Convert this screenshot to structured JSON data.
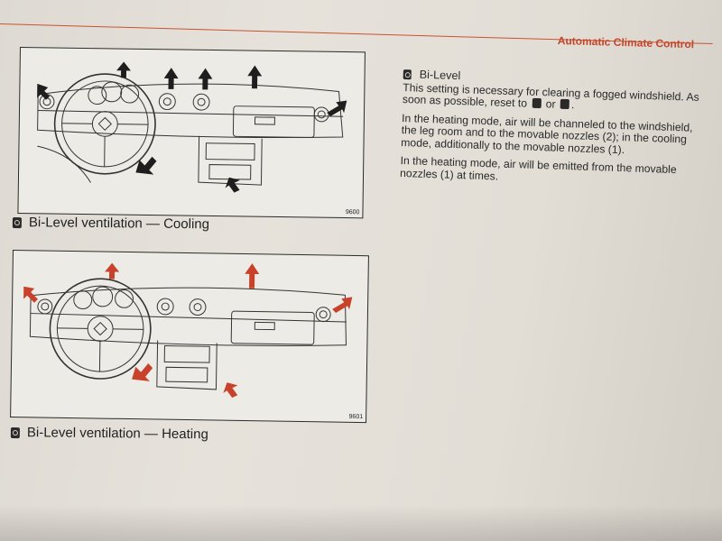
{
  "header": {
    "title": "Automatic Climate Control"
  },
  "figure_cooling": {
    "number": "9600",
    "caption": "Bi-Level ventilation — Cooling",
    "arrow_color": "#1e1e1e"
  },
  "figure_heating": {
    "number": "9601",
    "caption": "Bi-Level ventilation — Heating",
    "arrow_color": "#c8412a"
  },
  "section": {
    "heading": "Bi-Level",
    "para1_a": "This setting is necessary for clearing a fogged windshield. As soon as possible, reset to",
    "para1_or": "or",
    "para1_end": ".",
    "para2": "In the heating mode, air will be channeled to the windshield, the leg room and to the movable nozzles (2); in the cooling mode, additionally to the movable nozzles (1).",
    "para3": "In the heating mode, air will be emitted from the movable nozzles (1) at times."
  },
  "colors": {
    "accent_red": "#c4452a",
    "text": "#2a2a2a"
  }
}
